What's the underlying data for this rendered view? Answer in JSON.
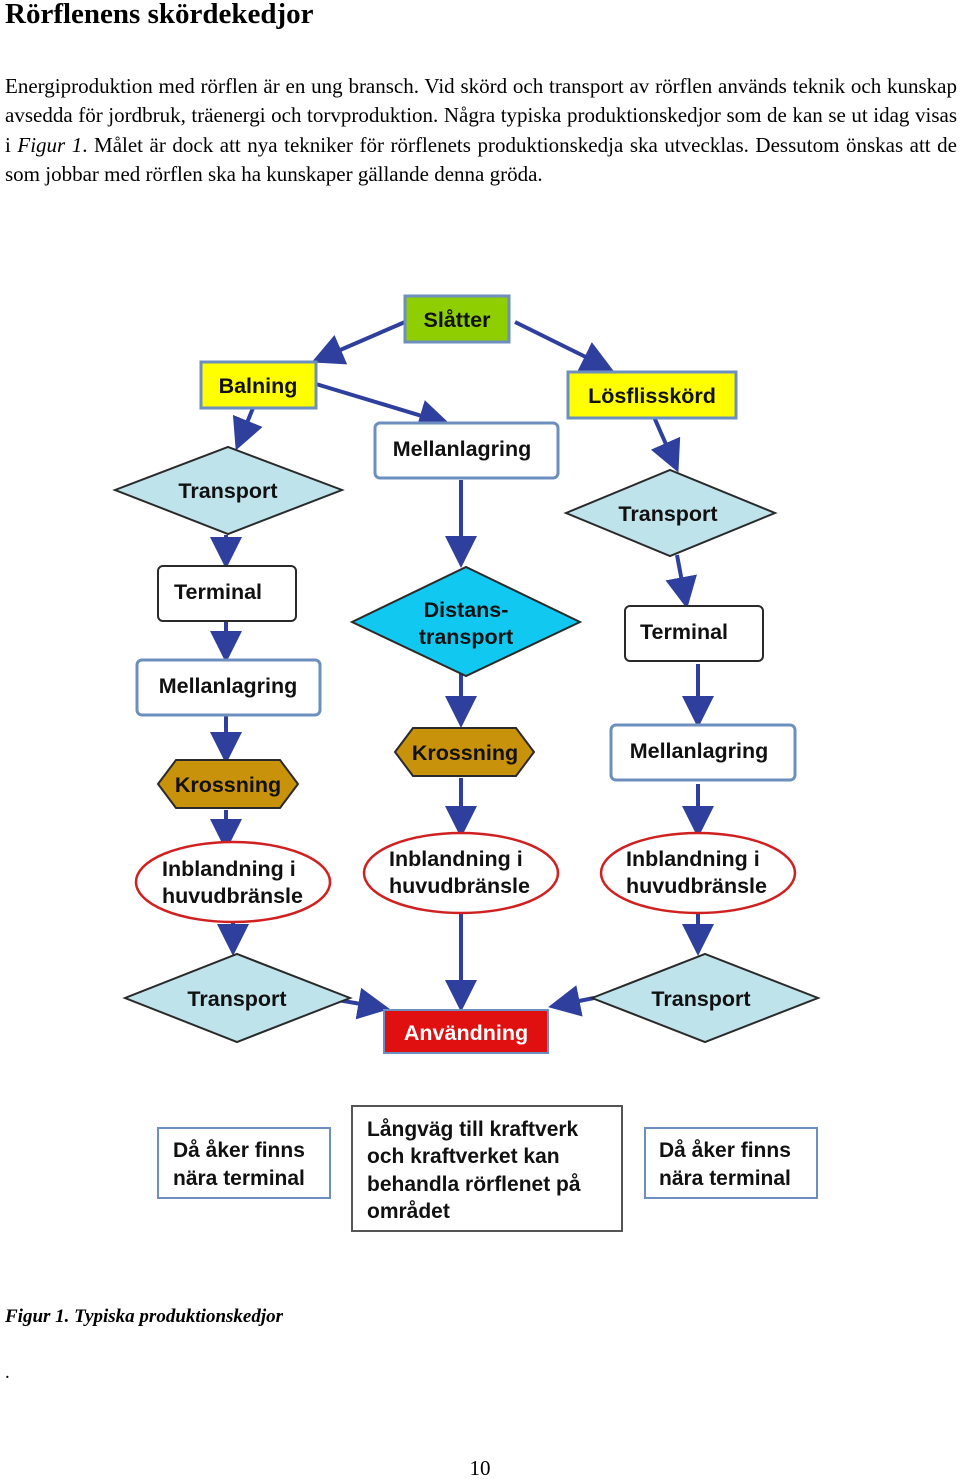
{
  "heading": "Rörflenens skördekedjor",
  "paragraph": {
    "part1": "Energiproduktion med rörflen är en ung bransch. Vid skörd och transport av rörflen används teknik och kunskap avsedda för jordbruk, träenergi och torvproduktion. Några typiska produktionskedjor som de kan se ut idag visas i ",
    "figure_ref": "Figur 1",
    "part2": ". Målet är dock att nya tekniker för rörflenets produktionskedja ska utvecklas. Dessutom önskas att de som jobbar med rörflen ska ha kunskaper gällande denna gröda."
  },
  "flowchart": {
    "slatter": "Slåtter",
    "balning": "Balning",
    "losflisskord": "Lösflisskörd",
    "left": {
      "transport1": "Transport",
      "terminal": "Terminal",
      "mellanlagring": "Mellanlagring",
      "krossning": "Krossning",
      "inblandning_line1": "Inblandning i",
      "inblandning_line2": "huvudbränsle",
      "transport2": "Transport",
      "note_line1": "Då åker finns",
      "note_line2": "nära terminal"
    },
    "middle": {
      "mellanlagring": "Mellanlagring",
      "distans_line1": "Distans-",
      "distans_line2": "transport",
      "krossning": "Krossning",
      "inblandning_line1": "Inblandning i",
      "inblandning_line2": "huvudbränsle",
      "anvandning": "Användning",
      "note_line1": "Långväg till kraftverk",
      "note_line2": "och kraftverket kan",
      "note_line3": "behandla rörflenet på",
      "note_line4": "området"
    },
    "right": {
      "transport1": "Transport",
      "terminal": "Terminal",
      "mellanlagring": "Mellanlagring",
      "inblandning_line1": "Inblandning i",
      "inblandning_line2": "huvudbränsle",
      "transport2": "Transport",
      "note_line1": "Då åker finns",
      "note_line2": "nära terminal"
    },
    "colors": {
      "green": "#8fce00",
      "yellow": "#ffff00",
      "diamond_teal": "#bfe3ea",
      "diamond_cyan": "#10c8f0",
      "hexagon_gold": "#c8920a",
      "red": "#e01010",
      "ellipse_border": "#d02020",
      "arrow": "#2e3f9e"
    }
  },
  "caption": "Figur 1. Typiska produktionskedjor",
  "stray_dot": ".",
  "page_number": "10"
}
